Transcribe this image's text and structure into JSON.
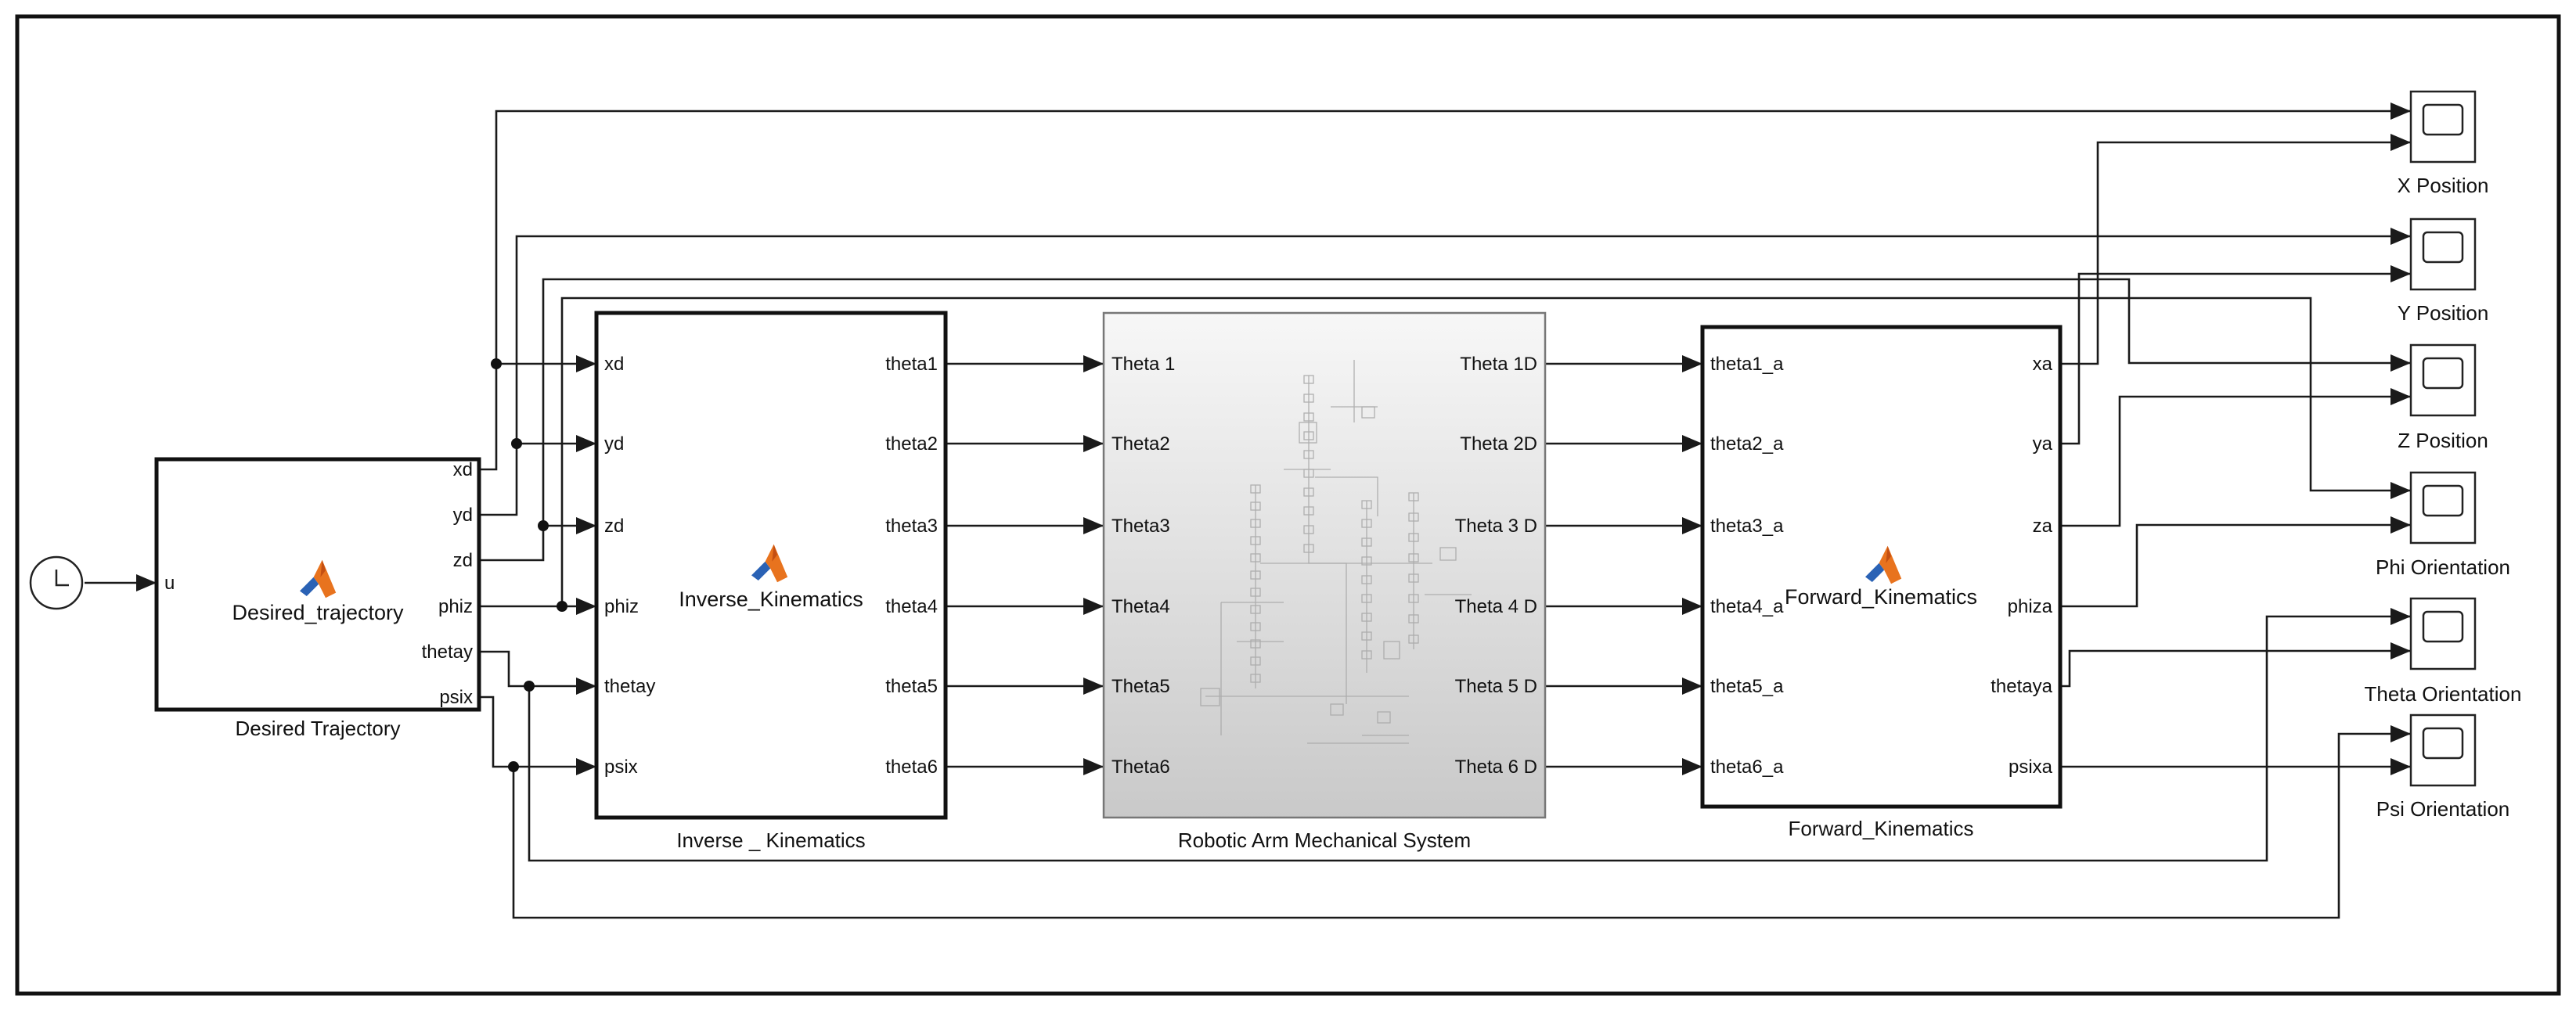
{
  "blocks": {
    "desired_trajectory": {
      "title": "Desired_trajectory",
      "caption": "Desired Trajectory",
      "in_ports": [
        "u"
      ],
      "out_ports": [
        "xd",
        "yd",
        "zd",
        "phiz",
        "thetay",
        "psix"
      ]
    },
    "inverse_kinematics": {
      "title": "Inverse_Kinematics",
      "caption": "Inverse _ Kinematics",
      "in_ports": [
        "xd",
        "yd",
        "zd",
        "phiz",
        "thetay",
        "psix"
      ],
      "out_ports": [
        "theta1",
        "theta2",
        "theta3",
        "theta4",
        "theta5",
        "theta6"
      ]
    },
    "robotic_arm": {
      "caption": "Robotic Arm Mechanical System",
      "in_ports": [
        "Theta 1",
        "Theta2",
        "Theta3",
        "Theta4",
        "Theta5",
        "Theta6"
      ],
      "out_ports": [
        "Theta 1D",
        "Theta 2D",
        "Theta 3 D",
        "Theta 4 D",
        "Theta 5 D",
        "Theta 6 D"
      ]
    },
    "forward_kinematics": {
      "title": "Forward_Kinematics",
      "caption": "Forward_Kinematics",
      "in_ports": [
        "theta1_a",
        "theta2_a",
        "theta3_a",
        "theta4_a",
        "theta5_a",
        "theta6_a"
      ],
      "out_ports": [
        "xa",
        "ya",
        "za",
        "phiza",
        "thetaya",
        "psixa"
      ]
    }
  },
  "scopes": [
    "X Position",
    "Y Position",
    "Z Position",
    "Phi Orientation",
    "Theta Orientation",
    "Psi Orientation"
  ],
  "icons": {
    "clock": "clock-icon",
    "matlab": "matlab-logo-icon",
    "scope": "scope-icon"
  },
  "colors": {
    "line": "#1a1a1a",
    "subsystem_top": "#f7f7f7",
    "subsystem_bottom": "#c9c9c9",
    "matlab_orange": "#e8731e",
    "matlab_blue": "#2a62b5"
  }
}
